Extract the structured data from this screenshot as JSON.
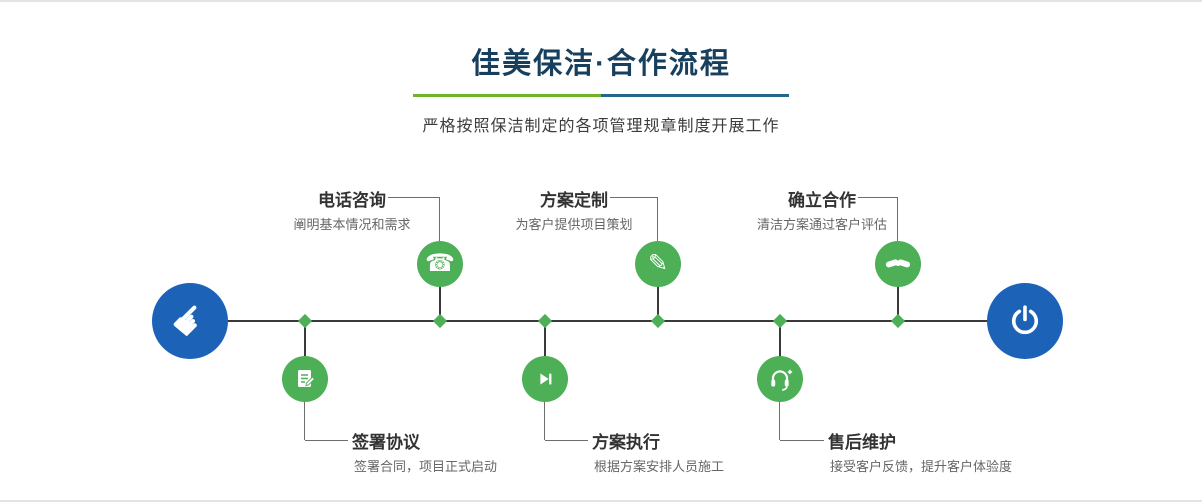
{
  "theme": {
    "title_navy": "#17405e",
    "accent_green": "#72b32c",
    "accent_blue": "#29648b",
    "node_green": "#4db056",
    "node_blue": "#1c63b7",
    "line_dark": "#3a3a3a",
    "text_dark": "#333333",
    "text_gray": "#666666"
  },
  "header": {
    "title": "佳美保洁·合作流程",
    "subtitle": "严格按照保洁制定的各项管理规章制度开展工作"
  },
  "icons": {
    "start": {
      "name": "hand-pointer-icon",
      "glyph": "☛"
    },
    "end": {
      "name": "power-icon"
    },
    "phone": {
      "glyph": "☎"
    },
    "plan": {
      "glyph": "✎"
    },
    "cooperate": {
      "name": "handshake-icon"
    },
    "contract": {
      "name": "contract-icon"
    },
    "execute": {
      "name": "play-next-icon"
    },
    "aftersale": {
      "name": "headset-icon"
    }
  },
  "flow": {
    "steps_top": [
      {
        "title": "电话咨询",
        "desc": "阐明基本情况和需求",
        "icon": "phone-icon"
      },
      {
        "title": "方案定制",
        "desc": "为客户提供项目策划",
        "icon": "pencil-icon"
      },
      {
        "title": "确立合作",
        "desc": "清洁方案通过客户评估",
        "icon": "handshake-icon"
      }
    ],
    "steps_bottom": [
      {
        "title": "签署协议",
        "desc": "签署合同，项目正式启动",
        "icon": "contract-icon"
      },
      {
        "title": "方案执行",
        "desc": "根据方案安排人员施工",
        "icon": "play-next-icon"
      },
      {
        "title": "售后维护",
        "desc": "接受客户反馈，提升客户体验度",
        "icon": "headset-icon"
      }
    ]
  }
}
